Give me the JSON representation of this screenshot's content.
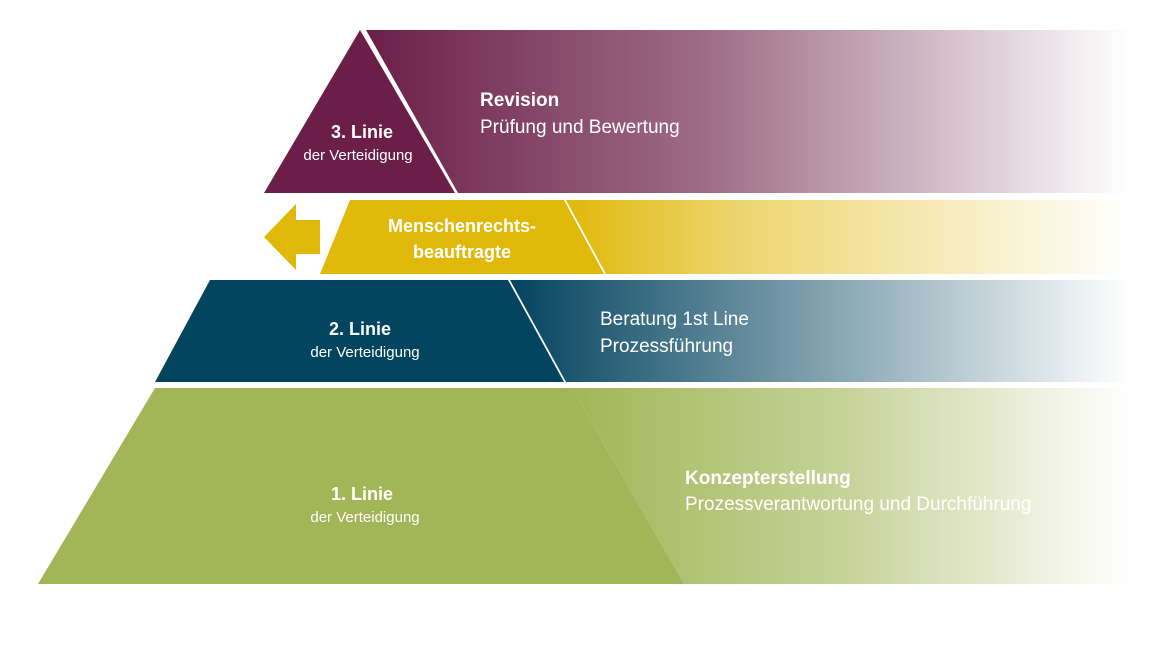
{
  "colors": {
    "line3": "#6b1f48",
    "mr": "#e0b80a",
    "line2": "#03445f",
    "line1": "#a3b557",
    "separator": "#ffffff",
    "text": "#ffffff"
  },
  "levels": {
    "line3": {
      "title": "3. Linie",
      "subtitle": "der Verteidigung",
      "desc_title": "Revision",
      "desc_text": "Prüfung und Bewertung"
    },
    "human_rights": {
      "title_line1": "Menschenrechts-",
      "title_line2": "beauftragte",
      "arrow_icon": "arrow-left-icon"
    },
    "line2": {
      "title": "2. Linie",
      "subtitle": "der Verteidigung",
      "desc_line1": "Beratung 1st Line",
      "desc_line2": "Prozessführung"
    },
    "line1": {
      "title": "1. Linie",
      "subtitle": "der Verteidigung",
      "desc_title": "Konzepterstellung",
      "desc_text": "Prozessverantwortung und Durchführung"
    }
  }
}
